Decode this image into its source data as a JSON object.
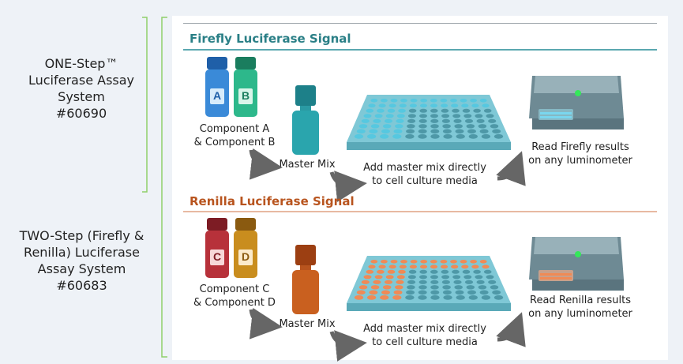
{
  "left_labels": {
    "one_step": "ONE-Step™\nLuciferase Assay\nSystem\n#60690",
    "two_step": "TWO-Step (Firefly &\nRenilla) Luciferase\nAssay System\n#60683"
  },
  "colors": {
    "bracket": "#8fd06a",
    "firefly_accent": "#2a7f86",
    "renilla_accent": "#b8541e",
    "firefly_well": "#56c8e0",
    "renilla_well": "#f08a55",
    "plate": "#7fc8d6"
  },
  "firefly": {
    "title": "Firefly  Luciferase Signal",
    "tube_a_letter": "A",
    "tube_b_letter": "B",
    "components": "Component A\n& Component B",
    "master_mix": "Master Mix",
    "add": "Add master mix directly\nto cell culture media",
    "read": "Read Firefly results\non any luminometer"
  },
  "renilla": {
    "title": "Renilla Luciferase Signal",
    "tube_c_letter": "C",
    "tube_d_letter": "D",
    "components": "Component C\n& Component D",
    "master_mix": "Master Mix",
    "add": "Add master mix directly\nto cell culture media",
    "read": "Read Renilla results\non any luminometer"
  }
}
